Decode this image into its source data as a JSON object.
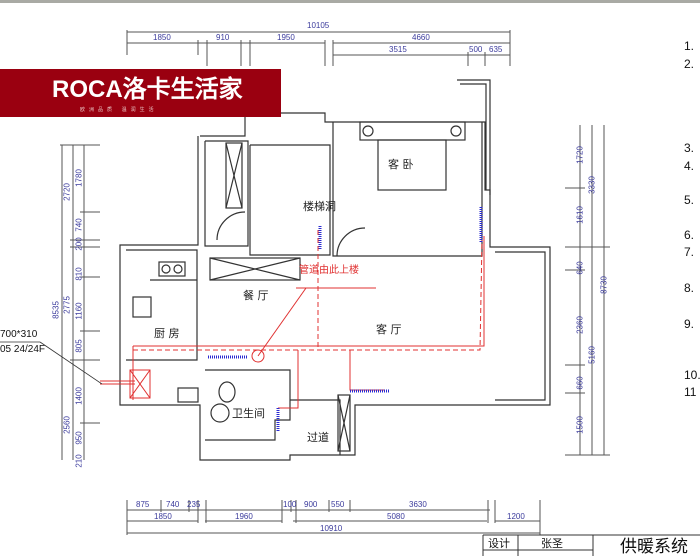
{
  "brand": {
    "logo_text": "ROCA洛卡生活家",
    "slogan": "欧洲品质 温润生活",
    "color": "#9a0010"
  },
  "dimensions": {
    "top": {
      "overall": "10105",
      "row2": [
        "1850",
        "910",
        "1950",
        "4660"
      ],
      "row3": [
        "3515",
        "500",
        "635"
      ]
    },
    "left": {
      "overall": "8535",
      "middle": [
        "2720",
        "2775",
        "2560"
      ],
      "inner": [
        "1780",
        "740",
        "200",
        "810",
        "1160",
        "805",
        "1400",
        "950",
        "210"
      ]
    },
    "right": {
      "overall": "8730",
      "middle": [
        "3330",
        "5160"
      ],
      "inner": [
        "1720",
        "1610",
        "640",
        "2360",
        "660",
        "1500"
      ]
    },
    "bottom": {
      "row1": [
        "875",
        "740",
        "235",
        "100",
        "900",
        "550",
        "3630"
      ],
      "row2": [
        "1850",
        "1960",
        "5080",
        "1200"
      ],
      "overall": "10910"
    }
  },
  "rooms": {
    "guest_bedroom": "客 卧",
    "stairwell": "楼梯洞",
    "dining": "餐 厅",
    "living": "客 厅",
    "kitchen": "厨 房",
    "bathroom": "卫生间",
    "corridor": "过道"
  },
  "annotations": {
    "pipe_note": "管道由此上楼",
    "boiler_line1": "700*310",
    "boiler_line2": "05 24/24F"
  },
  "notes": [
    "1.",
    "2.",
    "3.",
    "4.",
    "5.",
    "6.",
    "7.",
    "8.",
    "9.",
    "10.",
    "11"
  ],
  "title_block": {
    "design_label": "设计",
    "designer": "张圣",
    "drawing_title": "供暖系统"
  },
  "colors": {
    "dimension": "#3b3b9c",
    "pipe": "#e03030",
    "radiator": "#2a2ad0",
    "wall": "#333333"
  }
}
